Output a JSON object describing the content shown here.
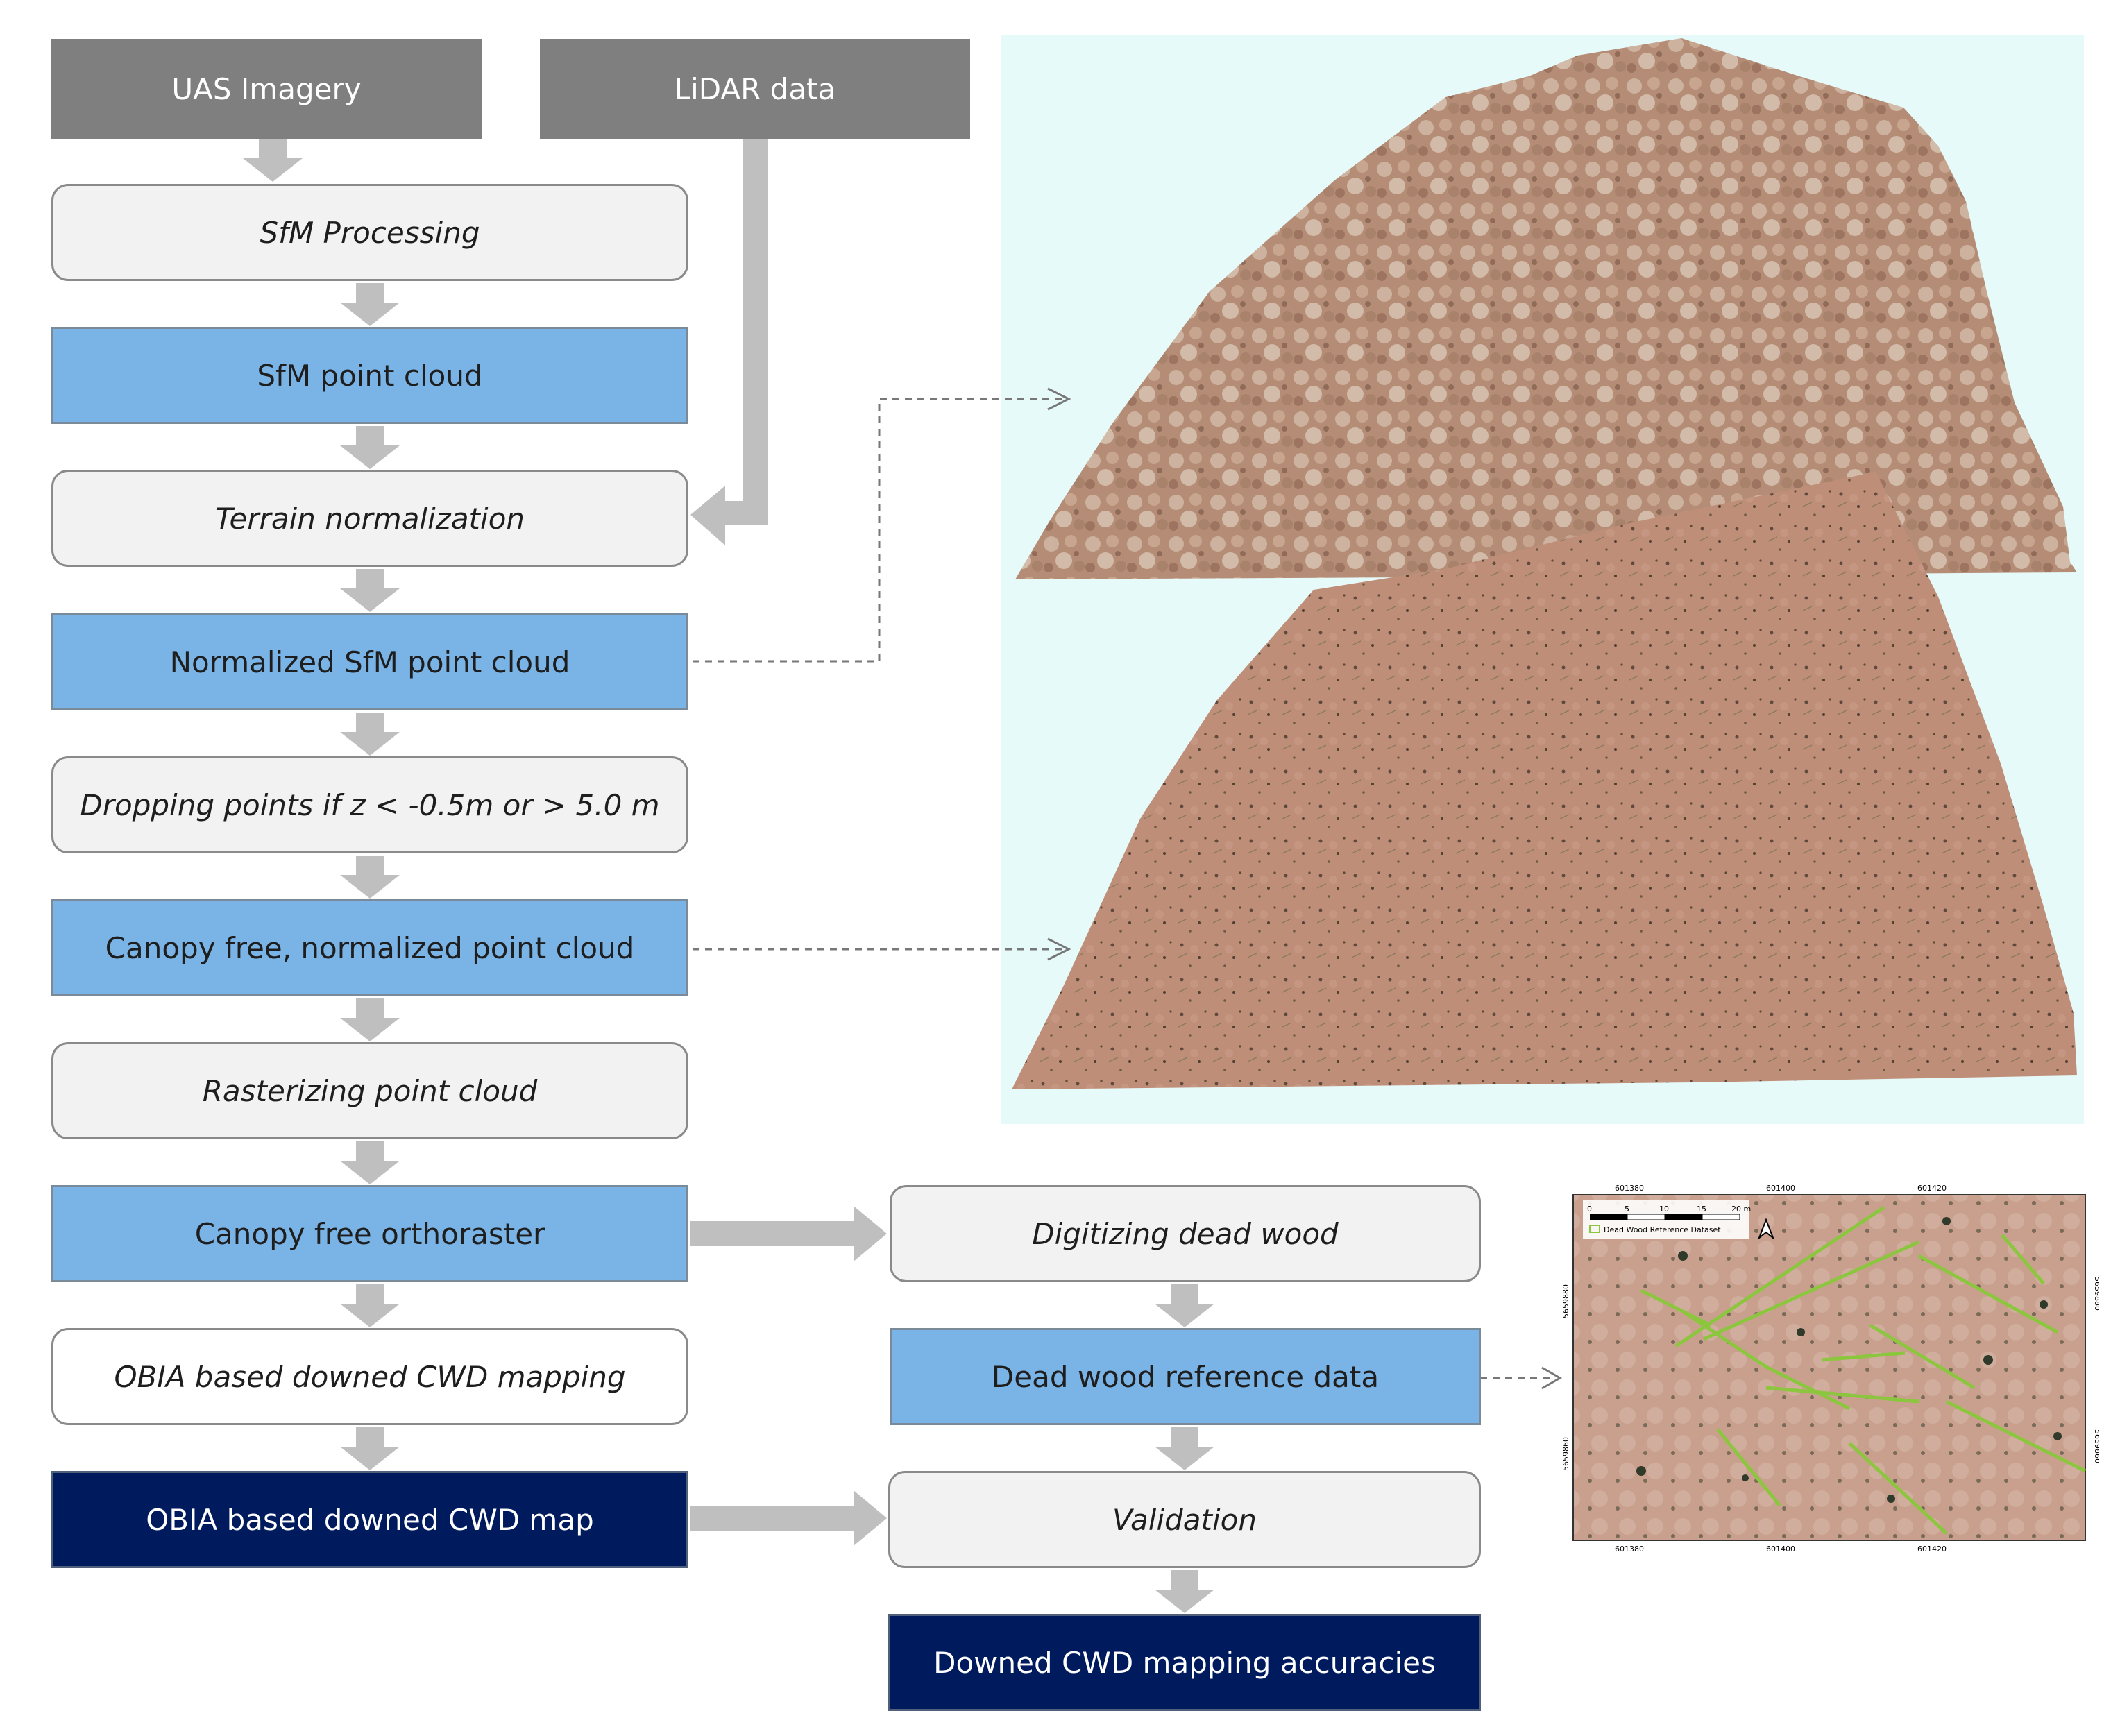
{
  "sources": {
    "uas": "UAS Imagery",
    "lidar": "LiDAR data"
  },
  "left_chain": {
    "sfm_processing": "SfM Processing",
    "sfm_point_cloud": "SfM point cloud",
    "terrain_normalization": "Terrain normalization",
    "normalized_cloud": "Normalized SfM point cloud",
    "dropping_points": "Dropping points if z < -0.5m or > 5.0 m",
    "canopy_free_cloud": "Canopy free, normalized point cloud",
    "rasterizing": "Rasterizing point cloud",
    "orthoraster": "Canopy free orthoraster",
    "obia_mapping": "OBIA based downed CWD mapping",
    "obia_map": "OBIA based downed CWD map"
  },
  "right_chain": {
    "digitizing": "Digitizing dead wood",
    "reference_data": "Dead wood reference data",
    "validation": "Validation",
    "accuracies": "Downed CWD mapping accuracies"
  },
  "inset_map": {
    "scale_labels": [
      "0",
      "5",
      "10",
      "15",
      "20 m"
    ],
    "top_ticks": [
      "601380",
      "601400",
      "601420"
    ],
    "bottom_ticks": [
      "601380",
      "601400",
      "601420"
    ],
    "left_ticks": [
      "5659880",
      "5659860"
    ],
    "right_ticks": [
      "5659880",
      "5659860"
    ],
    "legend": "Dead Wood Reference Dataset"
  },
  "colors": {
    "source_gray": "#7f7f7f",
    "process_fill": "#f2f2f2",
    "data_blue": "#7ab3e5",
    "output_navy": "#001a5e",
    "arrow_gray": "#bfbfbf",
    "panel_bg": "#e6fafa",
    "terrain_brown": "#b0826b",
    "dead_wood_green": "#8cc63f"
  }
}
